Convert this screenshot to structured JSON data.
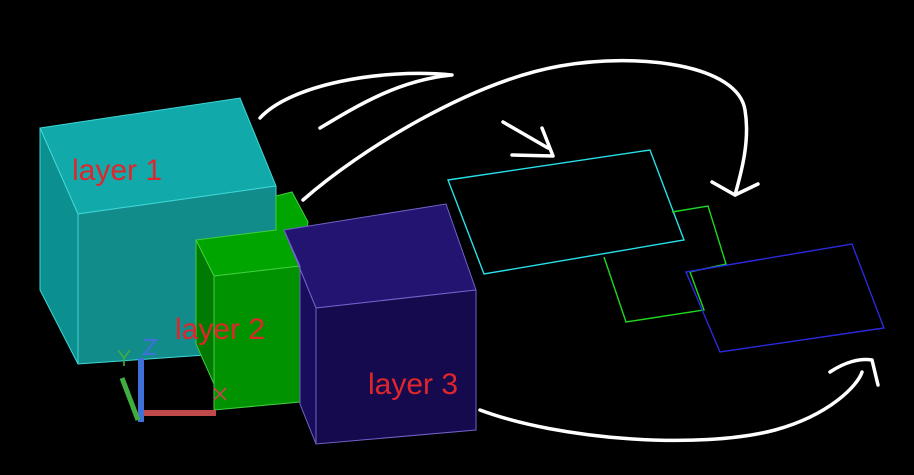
{
  "viewport": {
    "background": "#000000"
  },
  "layers": [
    {
      "label": "layer 1",
      "label_color": "#e0262b",
      "solid_top": "#11a9a9",
      "solid_side": "#0c8f8f",
      "solid_front": "#128b8b",
      "edge_color": "#3fd6d6",
      "outline_color": "#28e0ea"
    },
    {
      "label": "layer 2",
      "label_color": "#e0262b",
      "solid_top": "#00a500",
      "solid_side": "#007a00",
      "solid_front": "#009200",
      "edge_color": "#3fcf3f",
      "outline_color": "#1ed71e"
    },
    {
      "label": "layer 3",
      "label_color": "#e0262b",
      "solid_top": "#221470",
      "solid_side": "#170d5a",
      "solid_front": "#140a4d",
      "edge_color": "#6f62c9",
      "outline_color": "#2a2adc"
    }
  ],
  "annotation": {
    "stroke_color": "#ffffff"
  },
  "ucs_icon": {
    "z_color": "#3f6fd8",
    "y_color": "#3fae3f",
    "x_color": "#c04a4a"
  }
}
